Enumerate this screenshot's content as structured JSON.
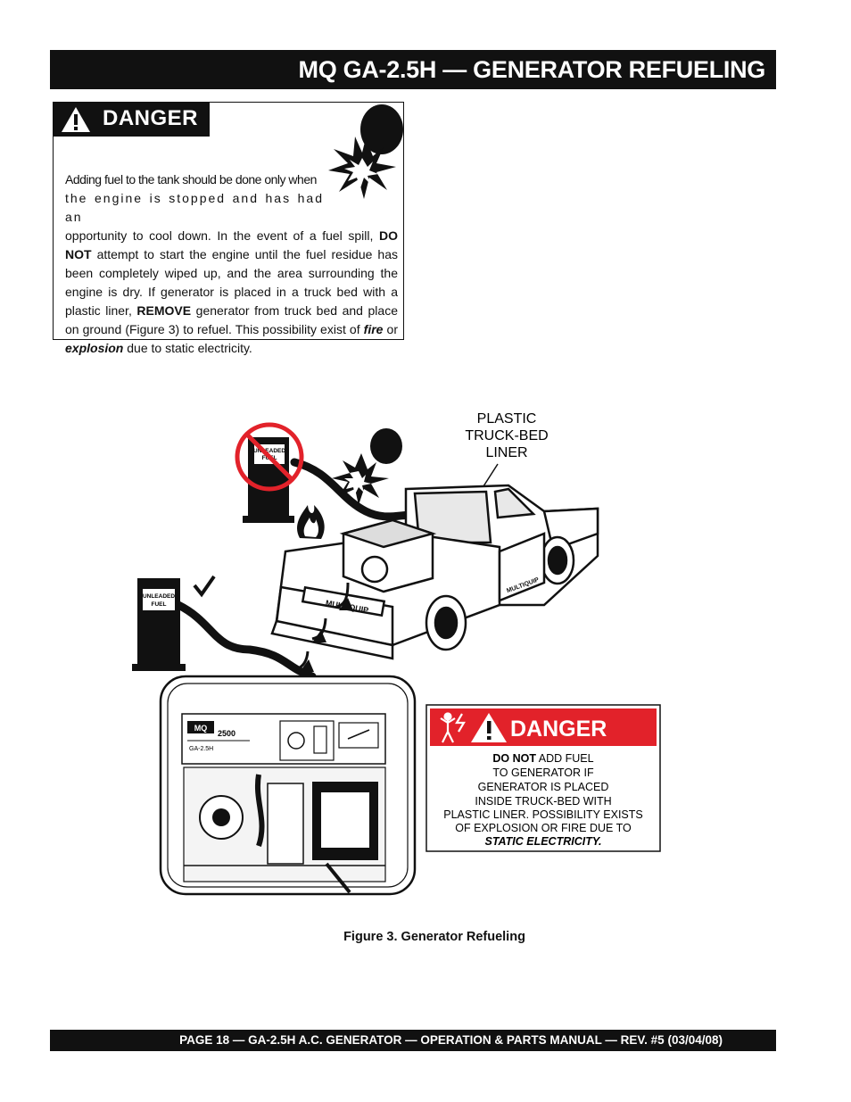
{
  "header": {
    "title": "MQ GA-2.5H — GENERATOR REFUELING"
  },
  "danger_box": {
    "label": "DANGER",
    "line1": "Adding fuel to the tank should be done only when",
    "line2": "the engine is stopped and has had an",
    "p3a": "opportunity to cool down.  In the event of a fuel spill, ",
    "p3b": "DO NOT",
    "p3c": " attempt to start the engine until the fuel residue has been completely wiped up, and the area surrounding the engine is dry.  If generator is placed in a truck bed with a plastic liner, ",
    "p3d": "REMOVE",
    "p3e": " generator from truck bed and place on ground (Figure 3) to refuel. This possibility exist of ",
    "p3f": "fire",
    "p3g": " or ",
    "p3h": "explosion",
    "p3i": " due to static electricity."
  },
  "figure": {
    "liner_l1": "PLASTIC",
    "liner_l2": "TRUCK-BED",
    "liner_l3": "LINER",
    "pump_top_l1": "UNLEADED",
    "pump_top_l2": "FUEL",
    "pump_bottom_l1": "UNLEADED",
    "pump_bottom_l2": "FUEL",
    "truck_brand": "MULTIQUIP",
    "door_brand": "MULTIQUIP",
    "gen_logo": "MQ",
    "gen_number": "2500",
    "gen_model": "GA-2.5H",
    "decal_header": "DANGER",
    "decal_l1a": "DO NOT",
    "decal_l1b": " ADD FUEL",
    "decal_l2": "TO GENERATOR IF",
    "decal_l3": "GENERATOR IS PLACED",
    "decal_l4": "INSIDE TRUCK-BED WITH",
    "decal_l5": "PLASTIC LINER. POSSIBILITY EXISTS",
    "decal_l6": "OF EXPLOSION OR FIRE DUE TO",
    "decal_l7": "STATIC ELECTRICITY."
  },
  "caption": "Figure  3. Generator Refueling",
  "footer": "PAGE 18 — GA-2.5H A.C. GENERATOR — OPERATION & PARTS  MANUAL — REV. #5  (03/04/08)",
  "colors": {
    "decal_red": "#e2222a",
    "ink": "#111111"
  }
}
